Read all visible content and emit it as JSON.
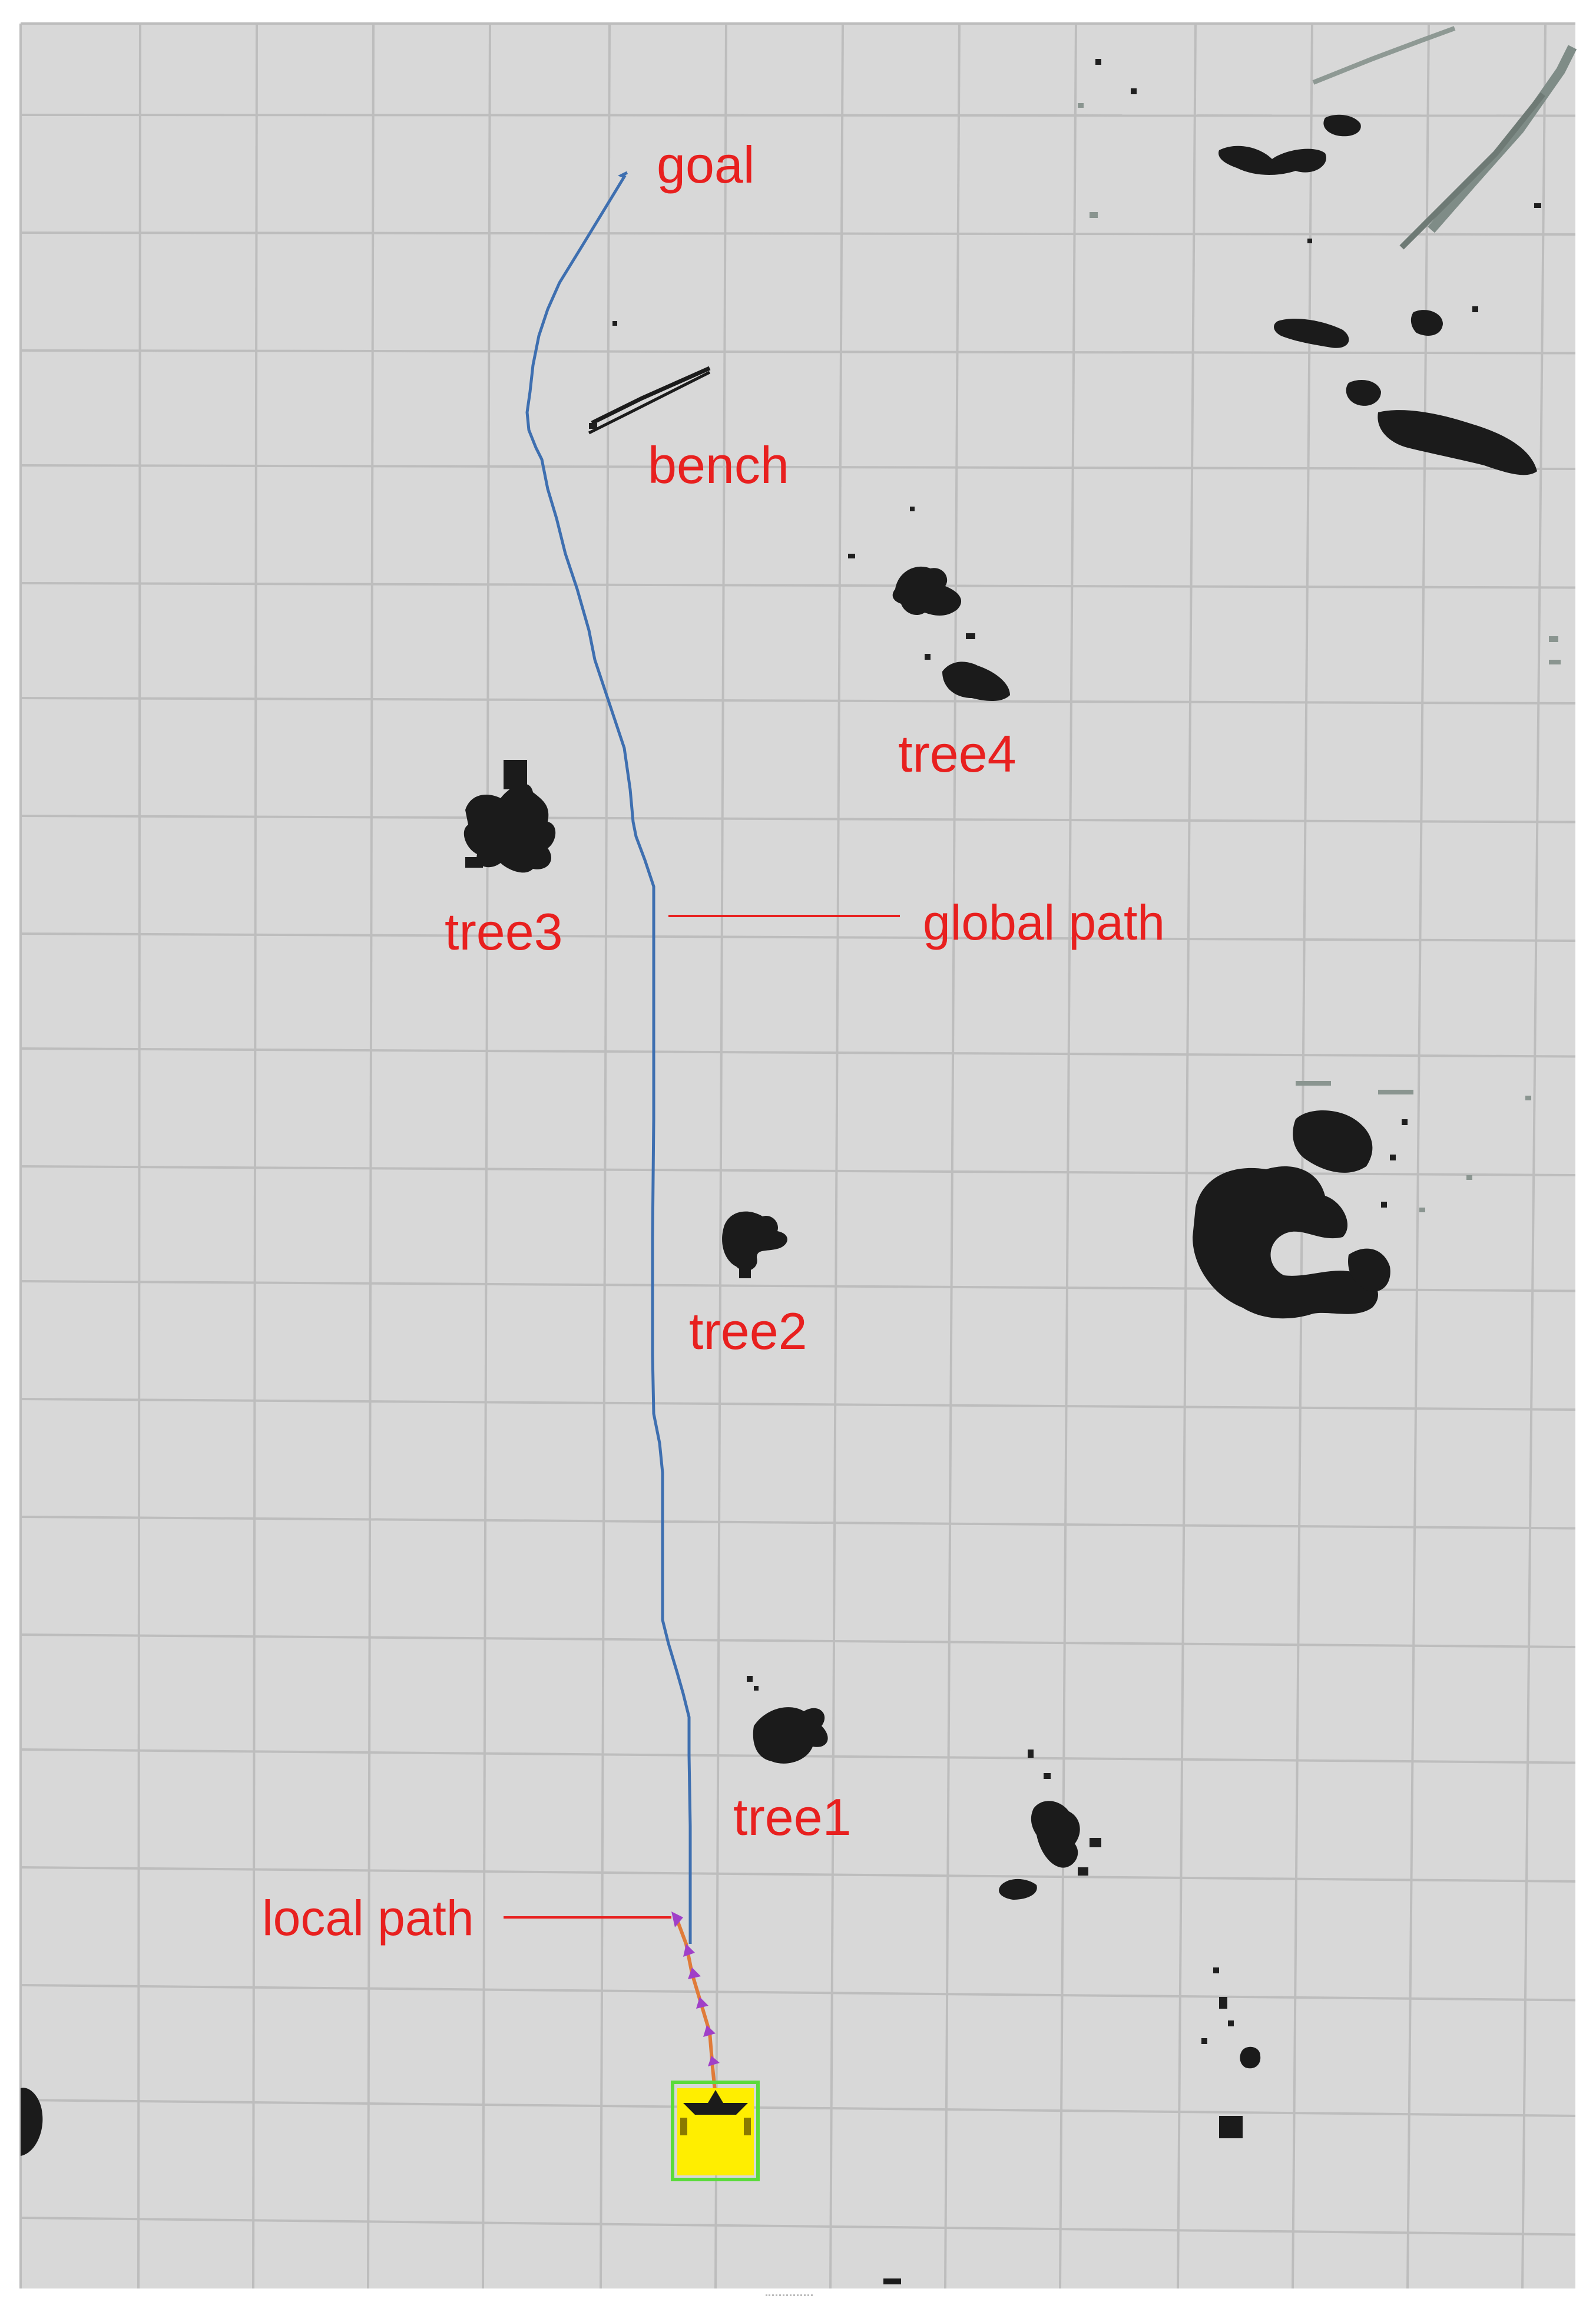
{
  "view": {
    "background": "#d8d8d8",
    "grid_color": "#bdbdbd",
    "page_background": "#ffffff"
  },
  "labels": {
    "goal": "goal",
    "bench": "bench",
    "tree1": "tree1",
    "tree2": "tree2",
    "tree3": "tree3",
    "tree4": "tree4",
    "global_path": "global path",
    "local_path": "local path"
  },
  "colors": {
    "label": "#e8201f",
    "global_path": "#3e6fb0",
    "local_path_line": "#e07b39",
    "local_path_arrows": "#a040c8",
    "obstacle": "#1b1b1b",
    "robot_body": "#ffee00",
    "robot_footprint": "#5adb3a"
  },
  "robot": {
    "icon": "robot-icon"
  },
  "window": {
    "resize_handle": "resize-grip-icon"
  }
}
